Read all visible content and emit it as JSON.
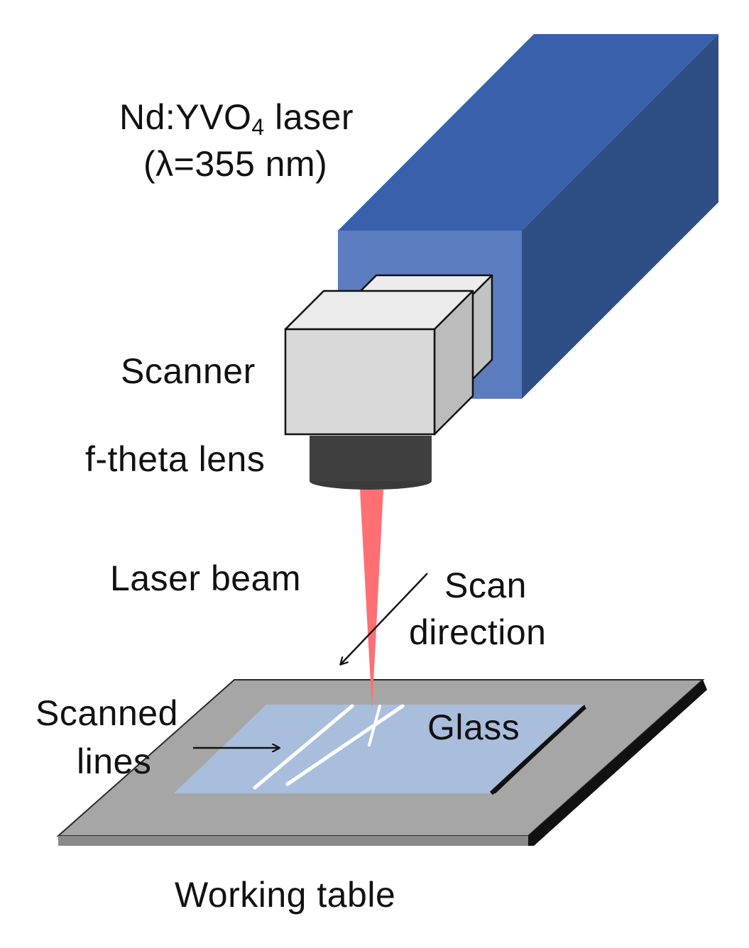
{
  "labels": {
    "laser_name": "Nd:YVO",
    "laser_name_subscript": "4",
    "laser_name_suffix": " laser",
    "wavelength": "(λ=355 nm)",
    "scanner": "Scanner",
    "lens": "f-theta lens",
    "beam": "Laser beam",
    "scan_direction_line1": "Scan",
    "scan_direction_line2": "direction",
    "scanned_lines_line1": "Scanned",
    "scanned_lines_line2": "lines",
    "glass": "Glass",
    "table": "Working table"
  },
  "colors": {
    "laser_front": "#5b7dc0",
    "laser_top": "#3960aa",
    "laser_side": "#2f4e86",
    "scanner_front": "#d9d9d9",
    "scanner_top": "#ebebeb",
    "scanner_side": "#bcbcbc",
    "lens": "#404040",
    "beam": "#ff6f73",
    "table_top": "#a6a6a6",
    "table_edge": "#111111",
    "glass": "#a9bedc",
    "scan_line": "#ffffff"
  }
}
